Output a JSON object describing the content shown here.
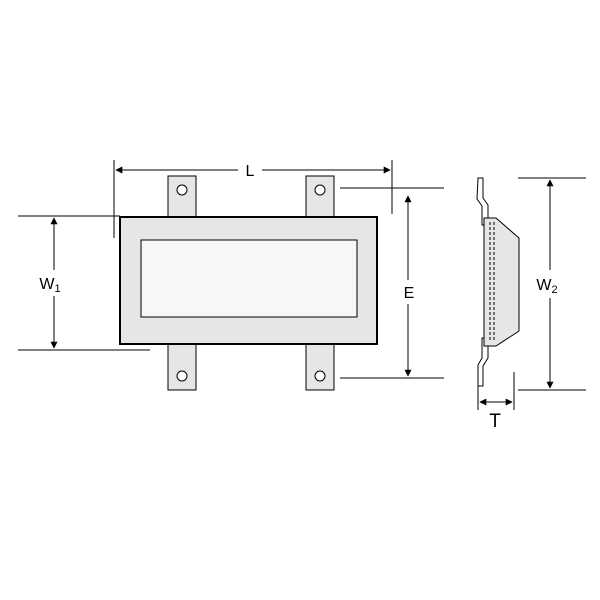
{
  "labels": {
    "length": "L",
    "width_1": "W",
    "width_1_sub": "1",
    "eye_spacing": "E",
    "width_2": "W",
    "width_2_sub": "2",
    "thickness": "T"
  },
  "colors": {
    "fill": "#e6e6e6",
    "line": "#000000",
    "background": "#ffffff"
  }
}
